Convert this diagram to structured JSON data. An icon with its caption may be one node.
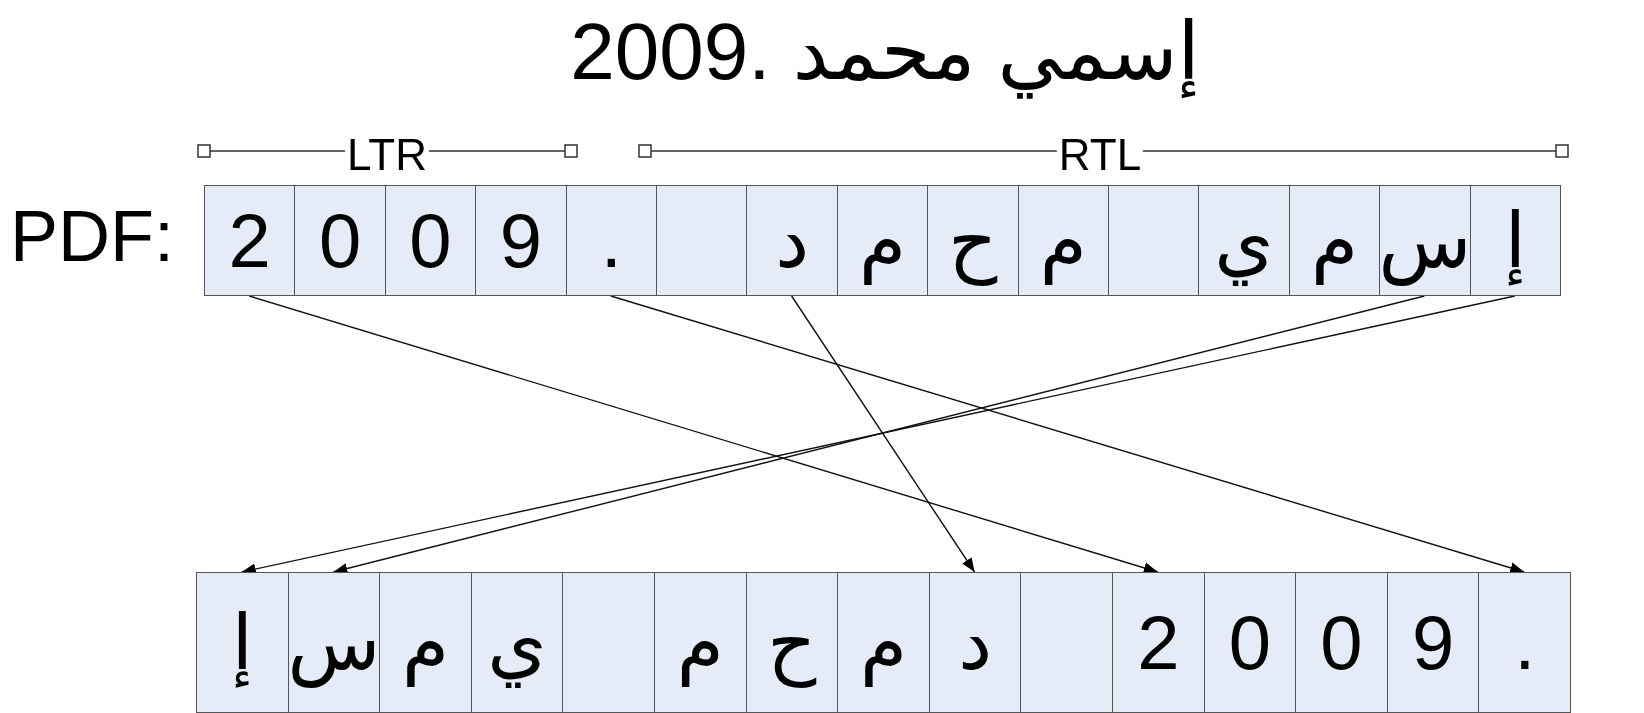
{
  "diagram": {
    "title": "إسمي محمد .2009",
    "nodes": [
      {
        "text": [
          "2"
        ]
      },
      {
        "text": [
          "0"
        ]
      },
      {
        "text": [
          "0"
        ]
      },
      {
        "text": [
          "9"
        ]
      },
      {
        "text": [
          "."
        ]
      },
      {
        "text": [],
        "shape": "box"
      },
      {
        "text": [
          "د"
        ]
      },
      {
        "text": [
          "م"
        ]
      },
      {
        "text": [
          "ح"
        ]
      },
      {
        "text": [
          "م"
        ]
      },
      {
        "text": [],
        "shape": "box"
      },
      {
        "text": [
          "ي"
        ]
      },
      {
        "text": [
          "م"
        ]
      },
      {
        "text": [
          "س"
        ]
      },
      {
        "text": [
          "إ"
        ]
      },
      {
        "text": [
          "إ"
        ]
      },
      {
        "text": [
          "س"
        ]
      },
      {
        "text": [
          "م"
        ]
      },
      {
        "text": [
          "ي"
        ]
      },
      {
        "text": [],
        "shape": "box"
      },
      {
        "text": [
          "م"
        ]
      },
      {
        "text": [
          "ح"
        ]
      },
      {
        "text": [
          "م"
        ]
      },
      {
        "text": [
          "د"
        ]
      },
      {
        "text": [],
        "shape": "box"
      },
      {
        "text": [
          "2"
        ]
      },
      {
        "text": [
          "0"
        ]
      },
      {
        "text": [
          "0"
        ]
      },
      {
        "text": [
          "9"
        ]
      },
      {
        "text": [
          "."
        ]
      }
    ],
    "edges": [
      {
        "from": 0,
        "to": 25,
        "arrow": "to"
      },
      {
        "from": 4,
        "to": 29,
        "arrow": "to"
      },
      {
        "from": 6,
        "to": 23,
        "arrow": "to"
      },
      {
        "from": 13,
        "to": 16,
        "arrow": "to"
      },
      {
        "from": 14,
        "to": 15,
        "arrow": "to"
      }
    ],
    "labels": [
      "LTR",
      "RTL",
      "PDF:"
    ]
  }
}
